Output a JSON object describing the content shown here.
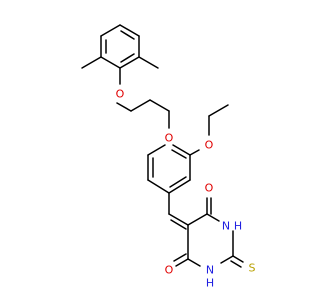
{
  "molecule": {
    "atom_labels": {
      "o_ether_top": "O",
      "o_ether_mid": "O",
      "o_ethoxy": "O",
      "o_carbonyl_right": "O",
      "o_carbonyl_left": "O",
      "n_right": "N",
      "n_right_h": "H",
      "n_bottom": "N",
      "n_bottom_h": "H",
      "s_thione": "S"
    },
    "colors": {
      "carbon": "#000000",
      "oxygen": "#e00000",
      "nitrogen": "#2020e0",
      "sulfur": "#b8a000"
    }
  }
}
